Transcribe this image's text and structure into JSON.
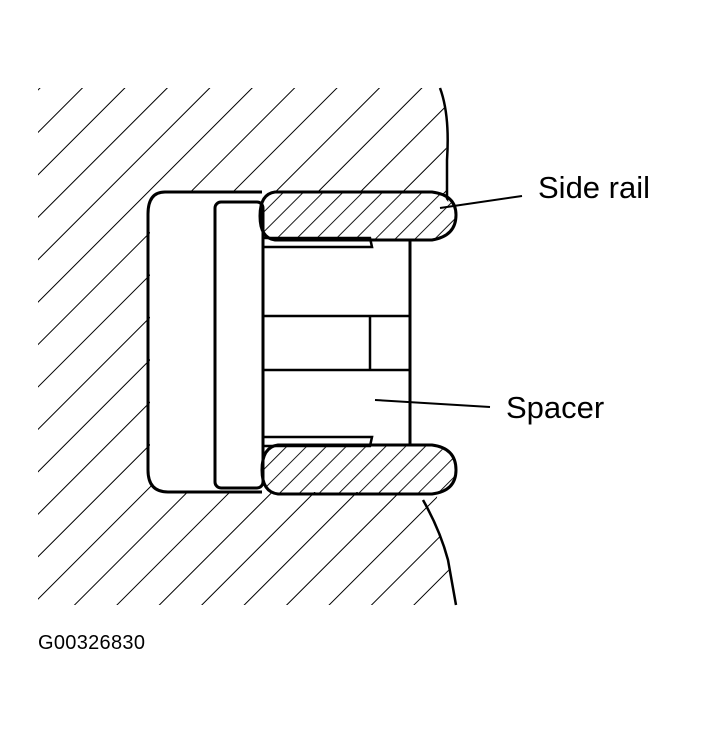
{
  "labels": {
    "side_rail": "Side rail",
    "spacer": "Spacer"
  },
  "figure_id": "G00326830",
  "colors": {
    "ink": "#000000",
    "paper": "#ffffff"
  }
}
